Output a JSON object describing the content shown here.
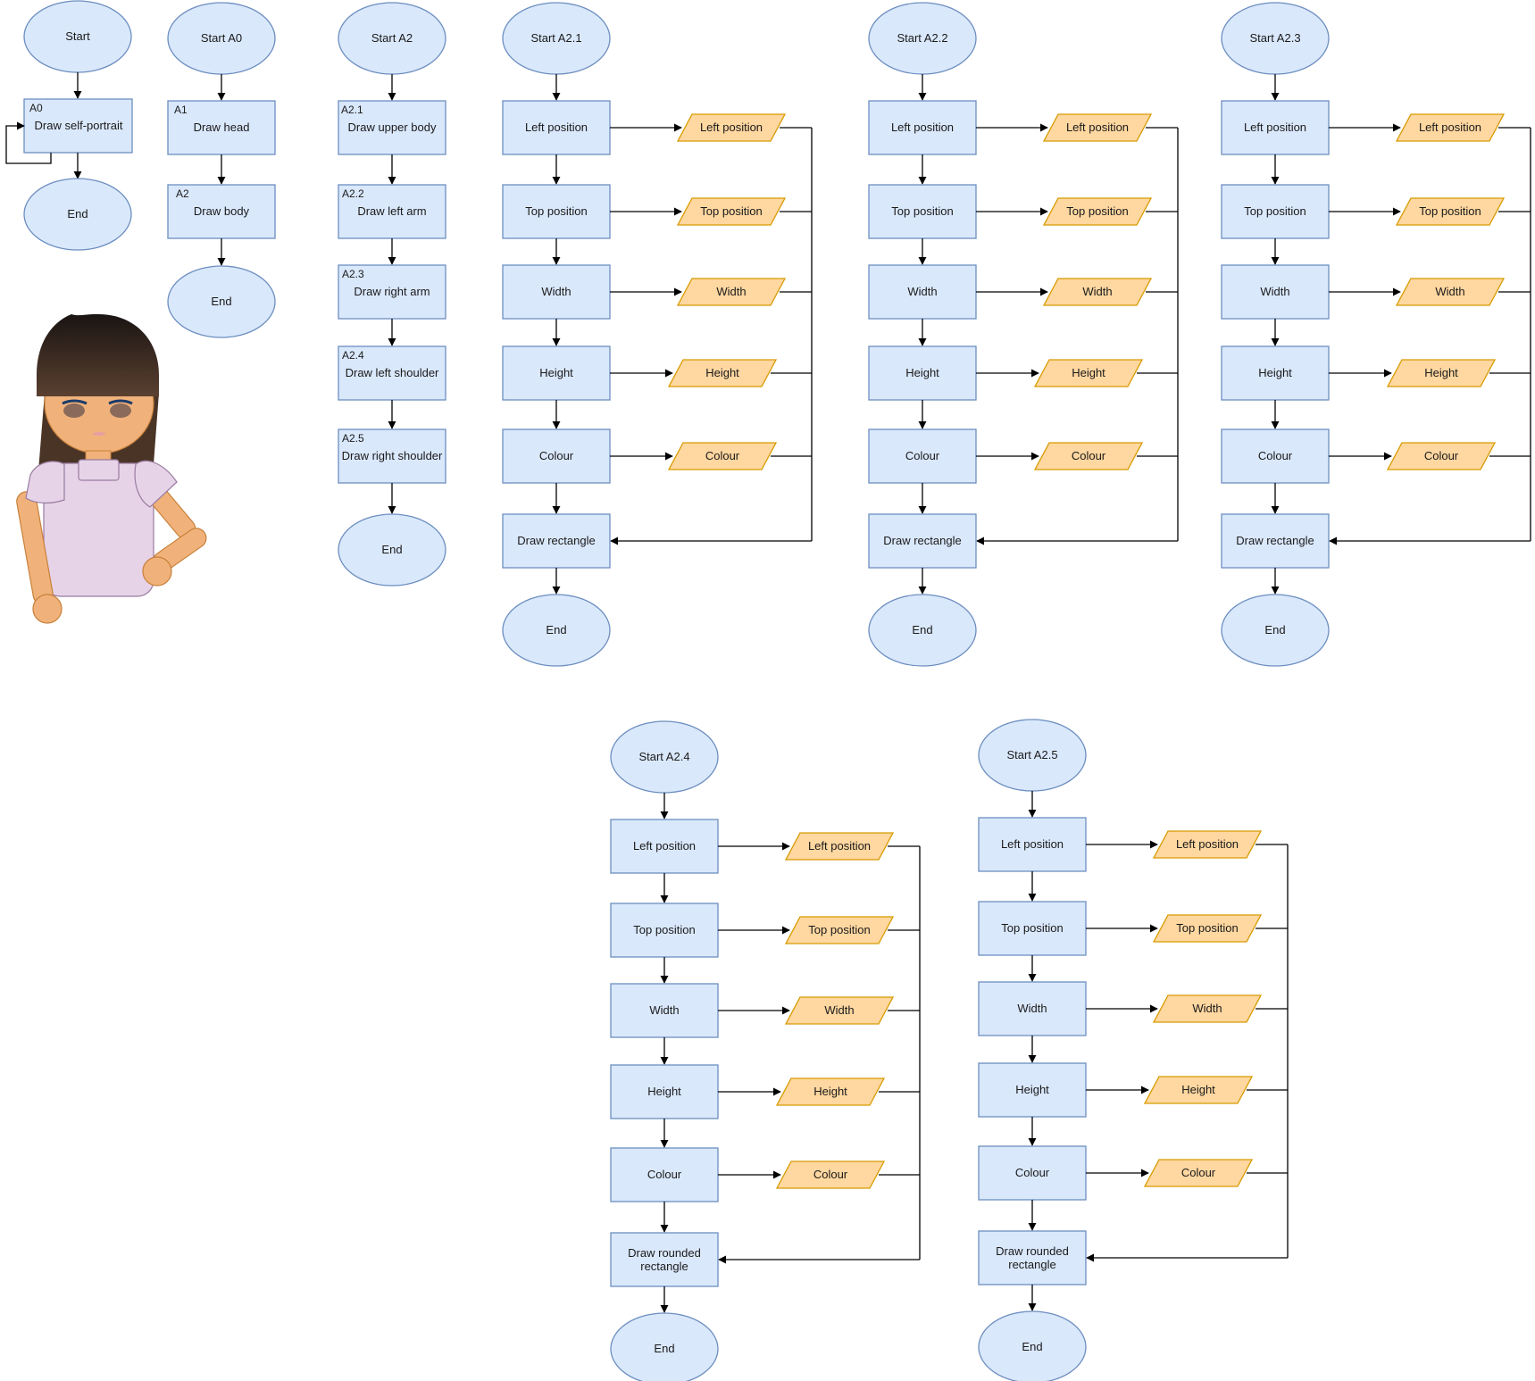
{
  "colors": {
    "process_fill": "#dae8fc",
    "process_stroke": "#6c8ebf",
    "io_fill": "#ffd7a0",
    "io_stroke": "#d79b00",
    "skin": "#f0b27a",
    "skin_stroke": "#c8803a",
    "hair": "#3a2a20",
    "dress": "#e6d3e8",
    "dress_stroke": "#9a7ca0"
  },
  "main_flow": {
    "start": "Start",
    "step_tag": "A0",
    "step_label": "Draw self-portrait",
    "end": "End"
  },
  "a0_flow": {
    "start": "Start A0",
    "steps": [
      {
        "tag": "A1",
        "label": "Draw head"
      },
      {
        "tag": "A2",
        "label": "Draw body"
      }
    ],
    "end": "End"
  },
  "a2_flow": {
    "start": "Start A2",
    "steps": [
      {
        "tag": "A2.1",
        "label": "Draw upper body"
      },
      {
        "tag": "A2.2",
        "label": "Draw left arm"
      },
      {
        "tag": "A2.3",
        "label": "Draw right arm"
      },
      {
        "tag": "A2.4",
        "label": "Draw left shoulder"
      },
      {
        "tag": "A2.5",
        "label": "Draw right shoulder"
      }
    ],
    "end": "End"
  },
  "detail_flows": [
    {
      "start": "Start A2.1",
      "inputs": [
        "Left position",
        "Top position",
        "Width",
        "Height",
        "Colour"
      ],
      "io": [
        "Left position",
        "Top position",
        "Width",
        "Height",
        "Colour"
      ],
      "action": "Draw rectangle",
      "end": "End"
    },
    {
      "start": "Start A2.2",
      "inputs": [
        "Left position",
        "Top position",
        "Width",
        "Height",
        "Colour"
      ],
      "io": [
        "Left position",
        "Top position",
        "Width",
        "Height",
        "Colour"
      ],
      "action": "Draw rectangle",
      "end": "End"
    },
    {
      "start": "Start A2.3",
      "inputs": [
        "Left position",
        "Top position",
        "Width",
        "Height",
        "Colour"
      ],
      "io": [
        "Left position",
        "Top position",
        "Width",
        "Height",
        "Colour"
      ],
      "action": "Draw rectangle",
      "end": "End"
    },
    {
      "start": "Start A2.4",
      "inputs": [
        "Left position",
        "Top position",
        "Width",
        "Height",
        "Colour"
      ],
      "io": [
        "Left position",
        "Top position",
        "Width",
        "Height",
        "Colour"
      ],
      "action": "Draw rounded rectangle",
      "end": "End"
    },
    {
      "start": "Start A2.5",
      "inputs": [
        "Left position",
        "Top position",
        "Width",
        "Height",
        "Colour"
      ],
      "io": [
        "Left position",
        "Top position",
        "Width",
        "Height",
        "Colour"
      ],
      "action": "Draw rounded rectangle",
      "end": "End"
    }
  ]
}
